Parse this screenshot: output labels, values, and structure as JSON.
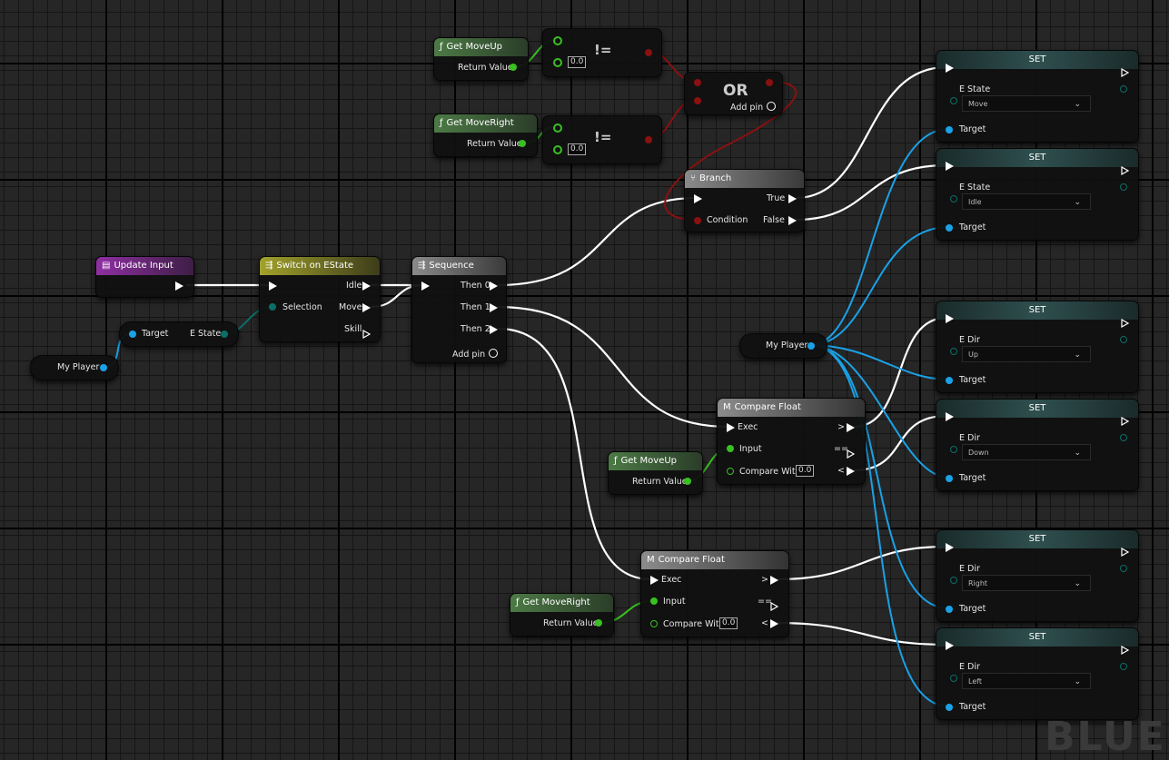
{
  "watermark": "BLUE",
  "nodes": {
    "get_moveup_top": {
      "title": "Get MoveUp",
      "out": "Return Value"
    },
    "get_moveright_top": {
      "title": "Get MoveRight",
      "out": "Return Value"
    },
    "neq_top": {
      "symbol": "!=",
      "value": "0.0"
    },
    "neq_bottom": {
      "symbol": "!=",
      "value": "0.0"
    },
    "or_node": {
      "title": "OR",
      "add_pin": "Add pin"
    },
    "branch": {
      "title": "Branch",
      "true": "True",
      "false": "False",
      "condition": "Condition"
    },
    "update_input": {
      "title": "Update Input"
    },
    "switch": {
      "title": "Switch on EState",
      "selection": "Selection",
      "idle": "Idle",
      "move": "Move",
      "skill": "Skill"
    },
    "sequence": {
      "title": "Sequence",
      "then0": "Then 0",
      "then1": "Then 1",
      "then2": "Then 2",
      "add_pin": "Add pin"
    },
    "estate_getter": {
      "target": "Target",
      "out": "E State"
    },
    "my_player_left": {
      "label": "My Player"
    },
    "my_player_mid": {
      "label": "My Player"
    },
    "compare_top": {
      "title": "Compare Float",
      "exec": "Exec",
      "input": "Input",
      "compare_with": "Compare With",
      "value": "0.0",
      "gt": ">",
      "eq": "==",
      "lt": "<"
    },
    "compare_bottom": {
      "title": "Compare Float",
      "exec": "Exec",
      "input": "Input",
      "compare_with": "Compare With",
      "value": "0.0",
      "gt": ">",
      "eq": "==",
      "lt": "<"
    },
    "get_moveup_mid": {
      "title": "Get MoveUp",
      "out": "Return Value"
    },
    "get_moveright_bottom": {
      "title": "Get MoveRight",
      "out": "Return Value"
    },
    "set1": {
      "title": "SET",
      "var": "E State",
      "value": "Move",
      "target": "Target"
    },
    "set2": {
      "title": "SET",
      "var": "E State",
      "value": "Idle",
      "target": "Target"
    },
    "set3": {
      "title": "SET",
      "var": "E Dir",
      "value": "Up",
      "target": "Target"
    },
    "set4": {
      "title": "SET",
      "var": "E Dir",
      "value": "Down",
      "target": "Target"
    },
    "set5": {
      "title": "SET",
      "var": "E Dir",
      "value": "Right",
      "target": "Target"
    },
    "set6": {
      "title": "SET",
      "var": "E Dir",
      "value": "Left",
      "target": "Target"
    }
  },
  "colors": {
    "exec": "#ffffff",
    "object": "#1aa1e6",
    "float": "#39c021",
    "bool": "#8b1010",
    "enum": "#0b6e68"
  }
}
